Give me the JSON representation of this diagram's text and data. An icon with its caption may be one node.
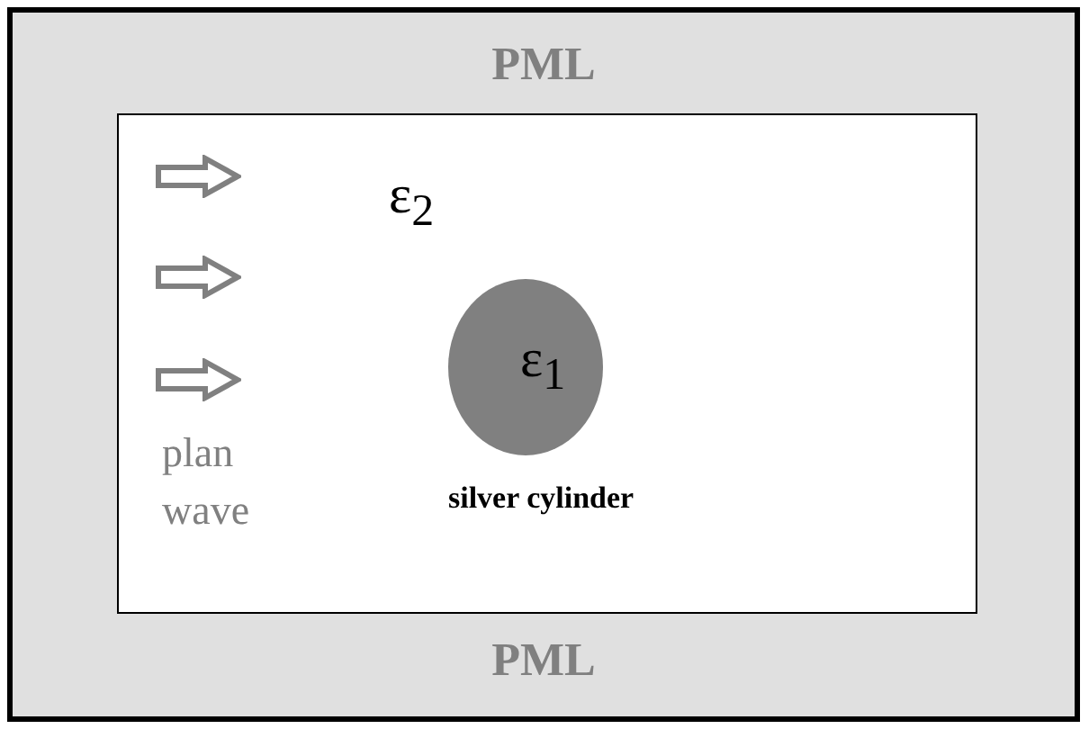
{
  "diagram": {
    "nodes": [
      {
        "text": [
          "PML",
          "PML"
        ]
      },
      {
        "text": [
          "ε$_{2}$"
        ],
        "in": 0
      },
      {
        "text": [
          "ε$_{1}$"
        ],
        "beside": [
          "silver cylinder"
        ],
        "in": 1
      }
    ],
    "edges": [],
    "labels": [
      "plan wave"
    ]
  }
}
